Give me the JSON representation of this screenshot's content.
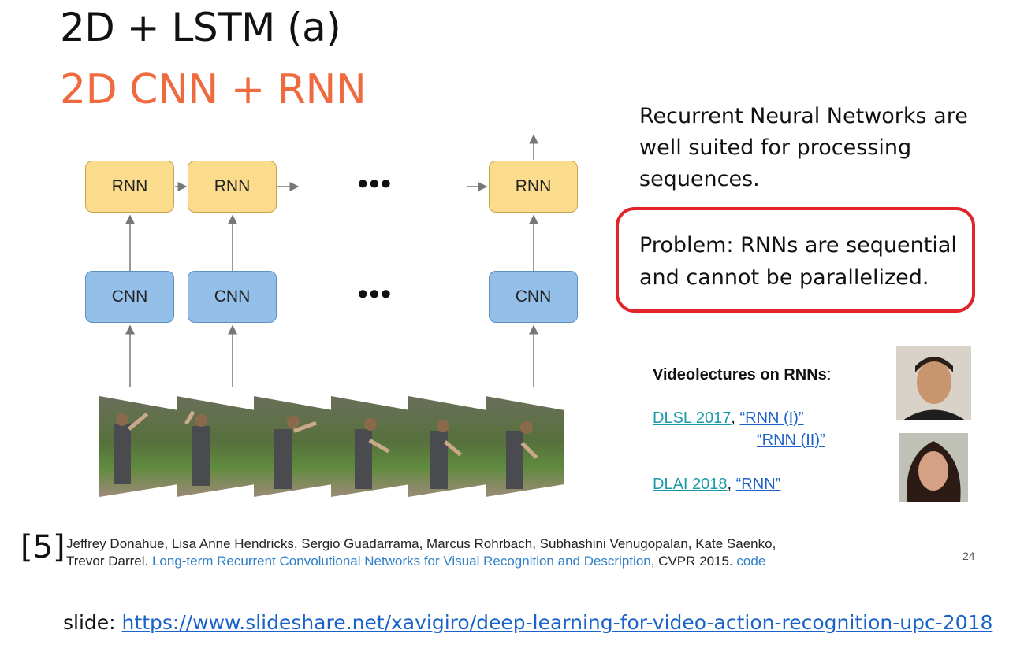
{
  "slide": {
    "title": "2D + LSTM (a)",
    "subtitle": "2D CNN + RNN",
    "page_number": "24"
  },
  "diagram": {
    "rnn_label": "RNN",
    "cnn_label": "CNN",
    "ellipsis": "•••"
  },
  "side": {
    "description": "Recurrent Neural Networks are well suited for processing sequences.",
    "problem": "Problem: RNNs are sequential and cannot be parallelized."
  },
  "videolectures": {
    "heading": "Videolectures on RNNs",
    "heading_suffix": ":",
    "dlsl": "DLSL 2017",
    "rnn1": "“RNN (I)”",
    "rnn2": "“RNN (II)”",
    "dlai": "DLAI 2018",
    "rnn": "“RNN”",
    "sep": ","
  },
  "citation": {
    "number": "[5]",
    "authors_line1": "Jeffrey Donahue, Lisa Anne Hendricks, Sergio Guadarrama, Marcus Rohrbach, Subhashini Venugopalan, Kate Saenko,",
    "authors_line2": "Trevor Darrel.",
    "paper_title": "Long-term Recurrent Convolutional Networks for Visual Recognition and Description",
    "venue": ", CVPR 2015.",
    "code": "code"
  },
  "footer": {
    "prefix": "slide: ",
    "url": "https://www.slideshare.net/xavigiro/deep-learning-for-video-action-recognition-upc-2018"
  },
  "colors": {
    "subtitle": "#f06a3f",
    "rnn_box": "#fbdc8c",
    "cnn_box": "#93bfe9",
    "problem_border": "#e0242a",
    "link": "#1a9aa6"
  }
}
